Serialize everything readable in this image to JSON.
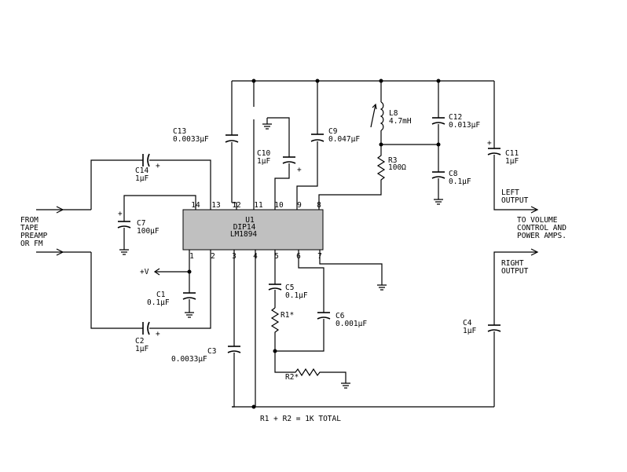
{
  "ic": {
    "ref": "U1",
    "package": "DIP14",
    "part": "LM1894"
  },
  "pins": {
    "top": [
      "14",
      "13",
      "12",
      "11",
      "10",
      "9",
      "8"
    ],
    "bottom": [
      "1",
      "2",
      "3",
      "4",
      "5",
      "6",
      "7"
    ]
  },
  "components": {
    "c1": {
      "ref": "C1",
      "value": "0.1µF"
    },
    "c2": {
      "ref": "C2",
      "value": "1µF"
    },
    "c3": {
      "ref": "C3",
      "value": "0.0033µF"
    },
    "c4": {
      "ref": "C4",
      "value": "1µF"
    },
    "c5": {
      "ref": "C5",
      "value": "0.1µF"
    },
    "c6": {
      "ref": "C6",
      "value": "0.001µF"
    },
    "c7": {
      "ref": "C7",
      "value": "100µF"
    },
    "c8": {
      "ref": "C8",
      "value": "0.1µF"
    },
    "c9": {
      "ref": "C9",
      "value": "0.047µF"
    },
    "c10": {
      "ref": "C10",
      "value": "1µF"
    },
    "c11": {
      "ref": "C11",
      "value": "1µF"
    },
    "c12": {
      "ref": "C12",
      "value": "0.013µF"
    },
    "c13": {
      "ref": "C13",
      "value": "0.0033µF"
    },
    "c14": {
      "ref": "C14",
      "value": "1µF"
    },
    "r1": {
      "ref": "R1*"
    },
    "r2": {
      "ref": "R2*"
    },
    "r3": {
      "ref": "R3",
      "value": "100Ω"
    },
    "l8": {
      "ref": "L8",
      "value": "4.7mH"
    }
  },
  "plus": "+",
  "supply": "+V",
  "input_label": [
    "FROM",
    "TAPE",
    "PREAMP",
    "OR FM"
  ],
  "left_output": [
    "LEFT",
    "OUTPUT"
  ],
  "right_output": [
    "RIGHT",
    "OUTPUT"
  ],
  "destination": [
    "TO VOLUME",
    "CONTROL AND",
    "POWER AMPS."
  ],
  "note": "R1 + R2 = 1K TOTAL"
}
